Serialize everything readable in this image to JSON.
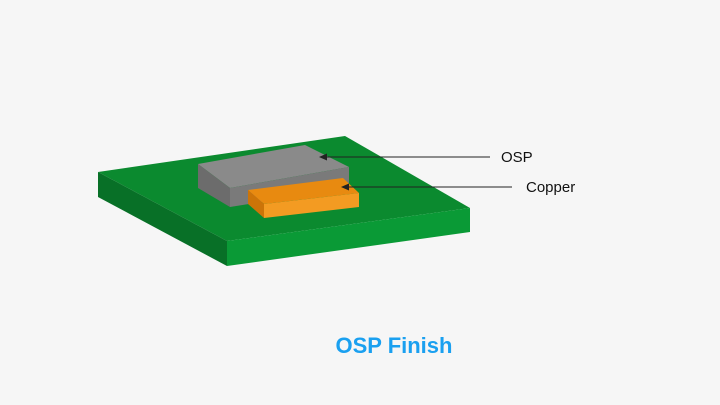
{
  "labels": {
    "osp": "OSP",
    "copper": "Copper"
  },
  "caption": "OSP Finish",
  "colors": {
    "background": "#f6f6f6",
    "board_top": "#0b8a2f",
    "board_left": "#087027",
    "board_front": "#0a9a36",
    "osp_top": "#8a8a8a",
    "osp_left": "#6c6c6c",
    "osp_front": "#7a7a7a",
    "copper_top": "#e88a10",
    "copper_left": "#cc7408",
    "copper_front": "#f39b22",
    "caption": "#1aa0f0",
    "leader_line": "#222222"
  }
}
